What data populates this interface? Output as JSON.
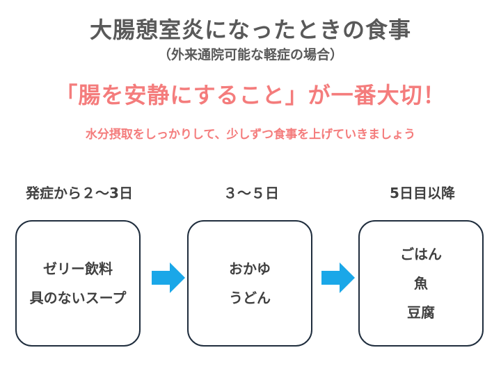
{
  "title": "大腸憩室炎になったときの食事",
  "subtitle": "（外来通院可能な軽症の場合）",
  "headline": "「腸を安静にすること」が一番大切！",
  "note": "水分摂取をしっかりして、少しずつ食事を上げていきましょう",
  "stages": [
    {
      "label": "発症から２〜3日",
      "items": [
        "ゼリー飲料",
        "具のないスープ"
      ]
    },
    {
      "label": "３〜５日",
      "items": [
        "おかゆ",
        "うどん"
      ]
    },
    {
      "label": "5日目以降",
      "items": [
        "ごはん",
        "魚",
        "豆腐"
      ]
    }
  ],
  "colors": {
    "title": "#595959",
    "accent": "#f47c7c",
    "arrow": "#1aa7e8",
    "card_border": "#1f2d3d"
  }
}
